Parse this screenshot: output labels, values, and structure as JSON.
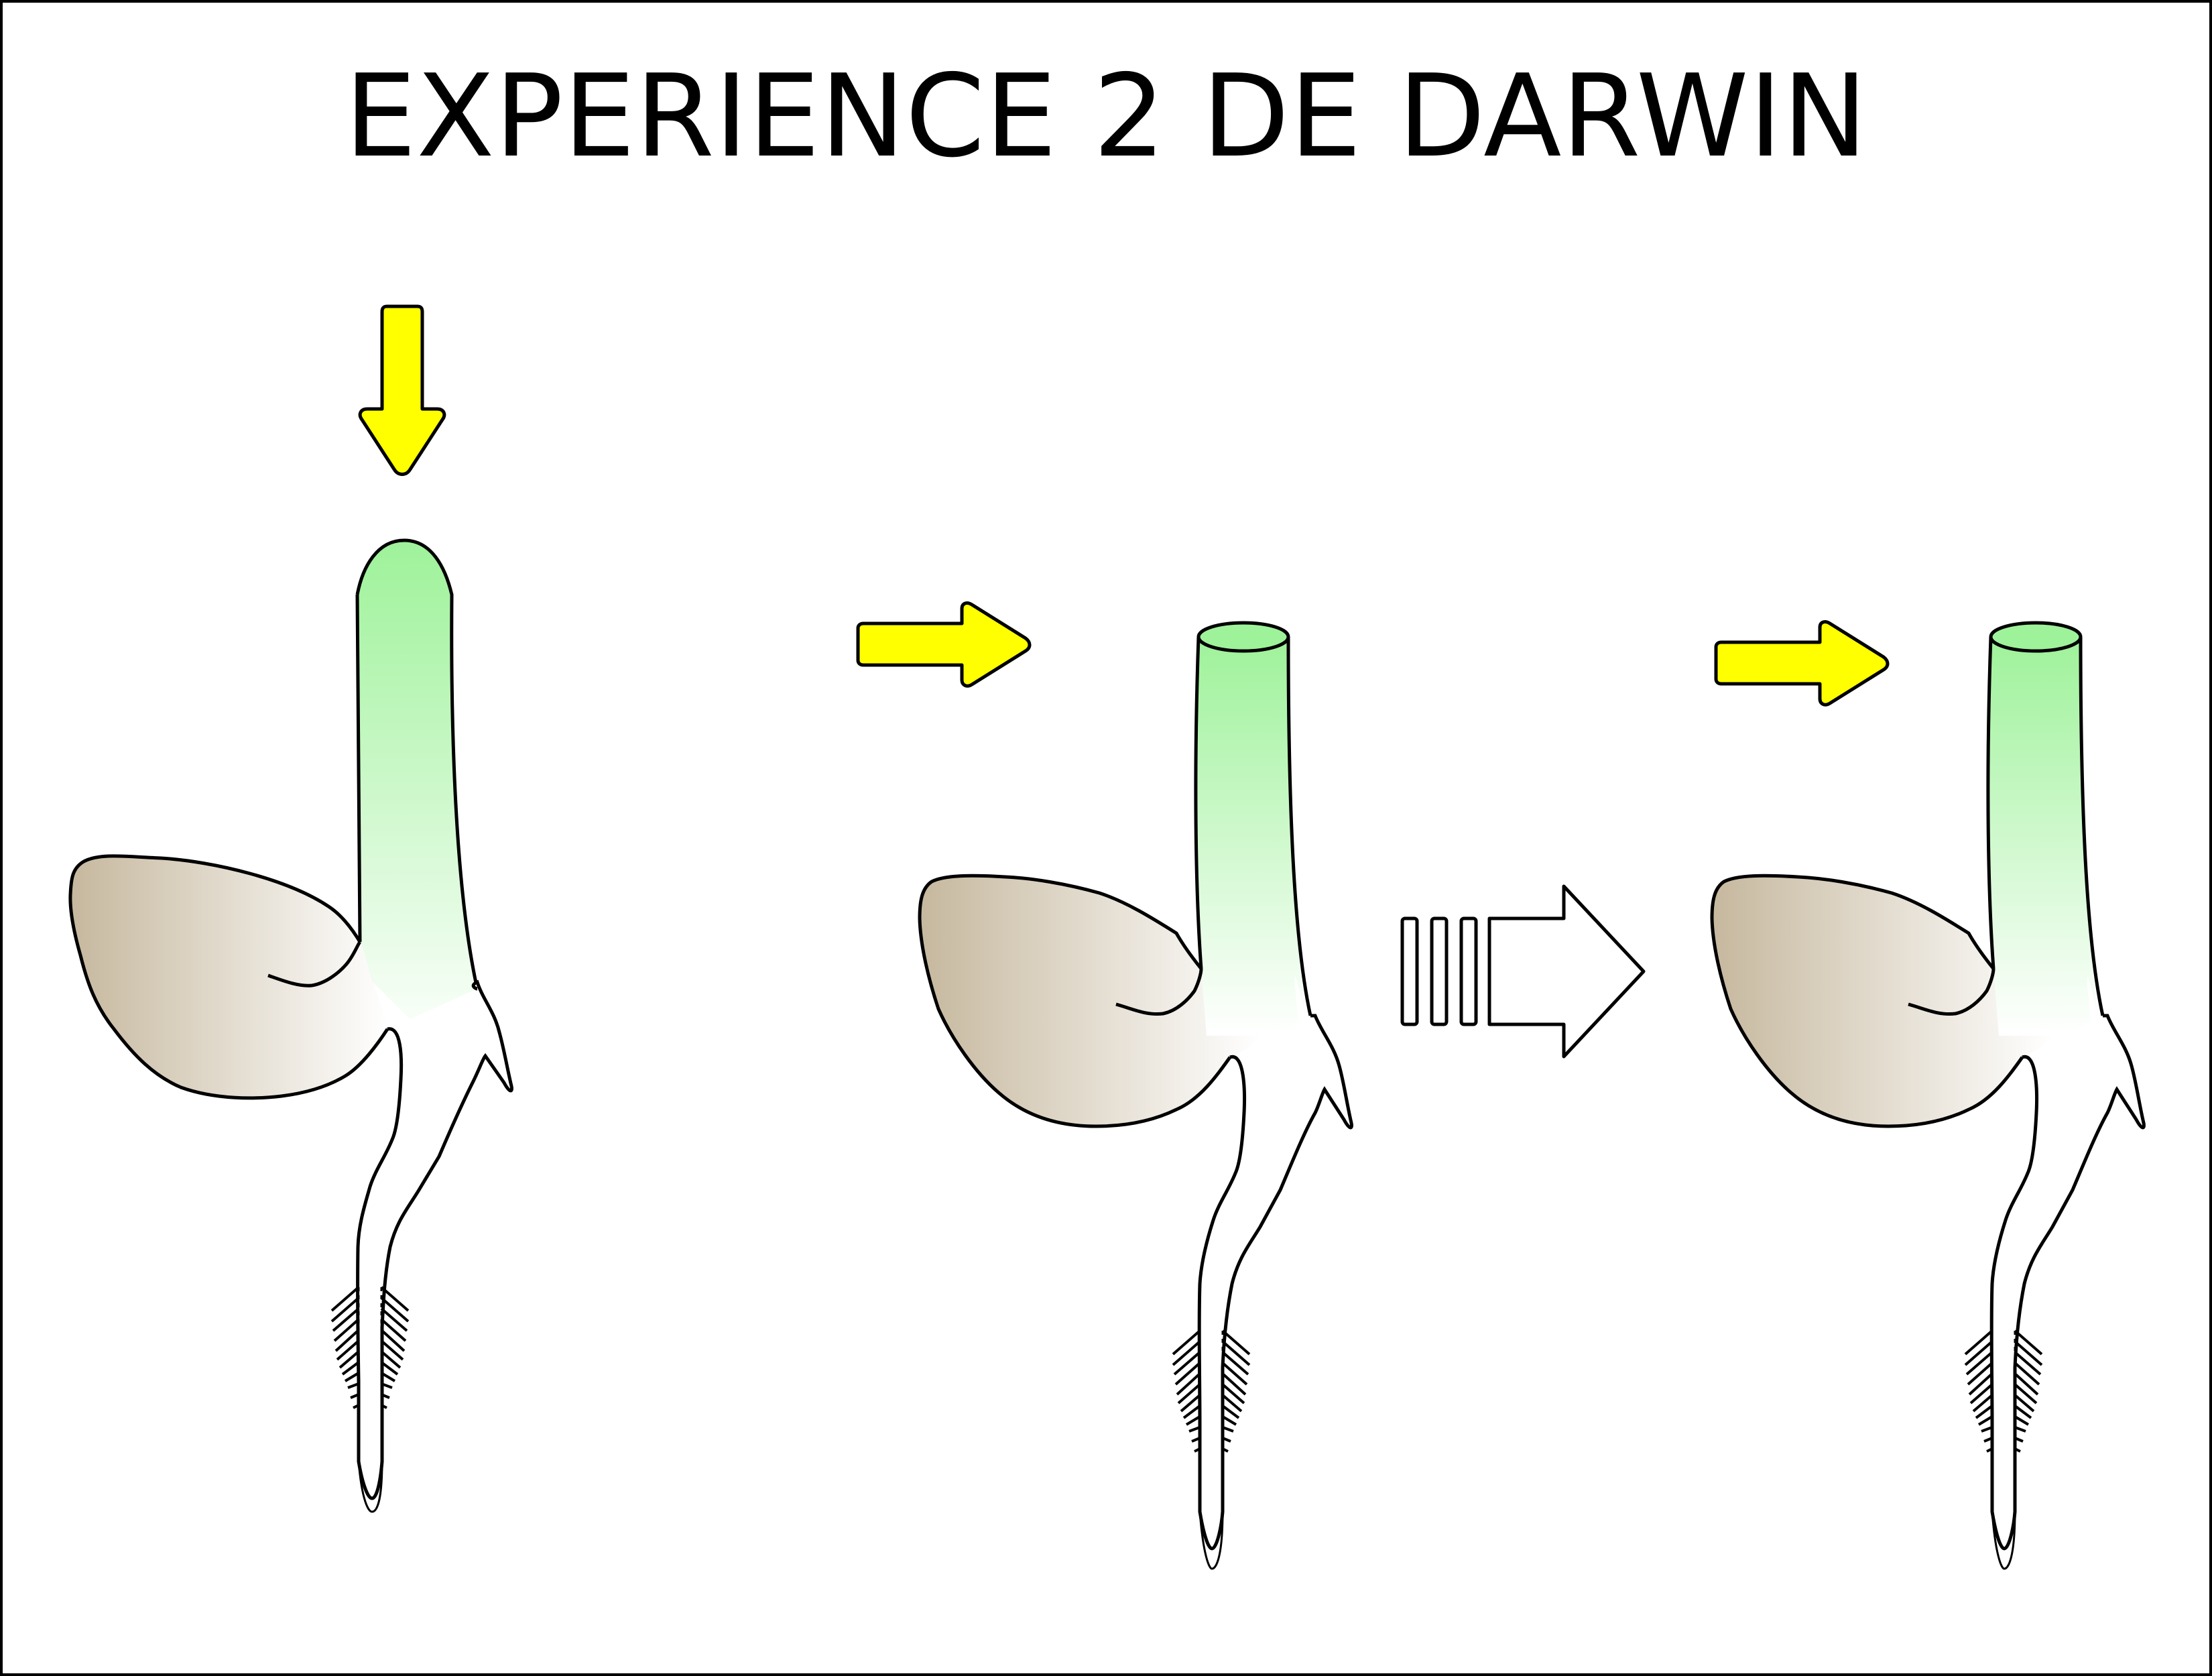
{
  "diagram": {
    "title": "EXPERIENCE 2 DE DARWIN",
    "panels": [
      {
        "id": "intact-seedling",
        "light": "from-top",
        "tip": "intact"
      },
      {
        "id": "decapitated-seedling-before",
        "light": "from-left",
        "tip": "cut"
      },
      {
        "id": "decapitated-seedling-after",
        "light": "from-left",
        "tip": "cut"
      }
    ],
    "transition": "time-arrow"
  },
  "colors": {
    "light_arrow": "#ffff00",
    "coleoptile_green": "#9ef29a",
    "seed_brown": "#c6b89e",
    "outline": "#000000",
    "background": "#ffffff"
  }
}
